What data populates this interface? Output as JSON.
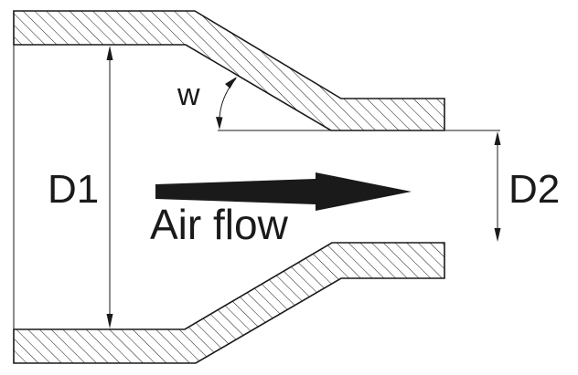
{
  "diagram": {
    "labels": {
      "d1": "D1",
      "d2": "D2",
      "w": "w",
      "air_flow": "Air flow"
    }
  }
}
